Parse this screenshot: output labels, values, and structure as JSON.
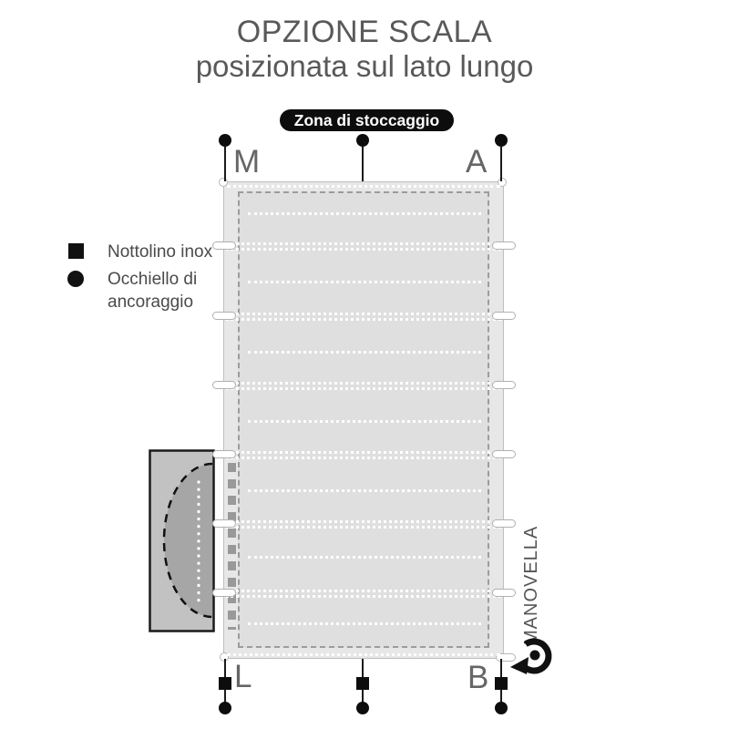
{
  "title": {
    "line1": "OPZIONE SCALA",
    "line2": "posizionata sul lato lungo"
  },
  "badge": {
    "label": "Zona di stoccaggio"
  },
  "legend": {
    "items": [
      {
        "marker": "black-square",
        "label": "Nottolino inox"
      },
      {
        "marker": "black-circle",
        "label": "Occhiello di ancoraggio"
      }
    ]
  },
  "corner_labels": {
    "top_left": "M",
    "top_right": "A",
    "bottom_left": "L",
    "bottom_right": "B"
  },
  "crank": {
    "label": "MANOVELLA"
  },
  "colors": {
    "title_text": "#595959",
    "badge_bg": "#0d0d0d",
    "badge_text": "#ffffff",
    "legend_text": "#4a4a4a",
    "corner_label_text": "#666666",
    "cover_fill": "#e7e7e7",
    "cover_inner_fill": "#dfdfdf",
    "dashed_border": "#9c9c9c",
    "ladder_fill": "#c2c2c2",
    "ladder_halfdisc_fill": "#a6a6a6",
    "marker_black": "#111111",
    "stitch_white": "#ffffff"
  }
}
